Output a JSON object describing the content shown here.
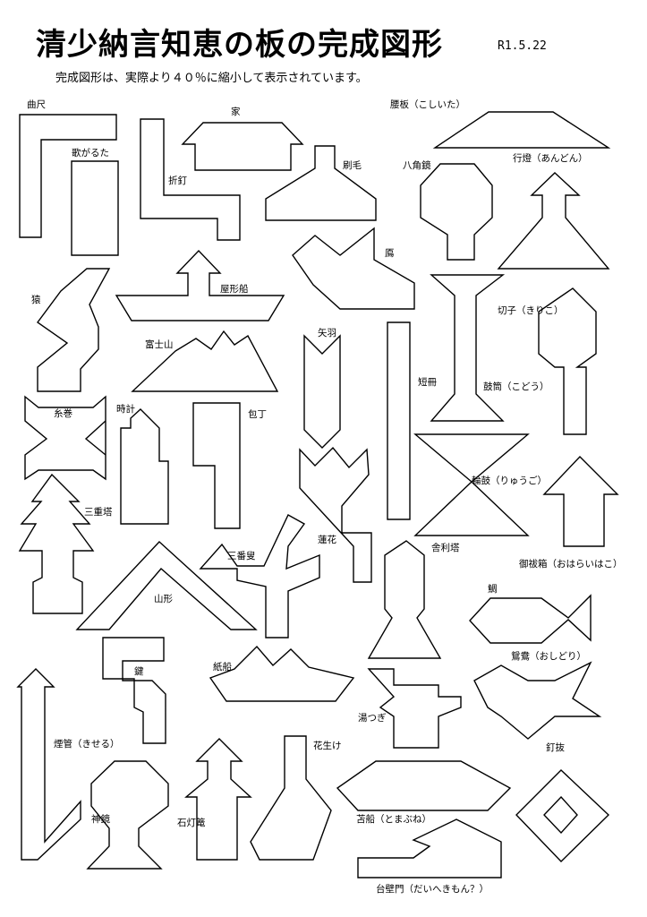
{
  "header": {
    "title": "清少納言知恵の板の完成図形",
    "date": "R1.5.22",
    "subtitle": "完成図形は、実際より４０％に縮小して表示されています。"
  },
  "shapes": [
    {
      "id": "kyokushaku",
      "label": "曲尺"
    },
    {
      "id": "utagaruta",
      "label": "歌がるた"
    },
    {
      "id": "setsukugi",
      "label": "折釘"
    },
    {
      "id": "ie",
      "label": "家"
    },
    {
      "id": "hake",
      "label": "刷毛"
    },
    {
      "id": "koshiita",
      "label": "腰板（こしいた）"
    },
    {
      "id": "hakkakukyo",
      "label": "八角鏡"
    },
    {
      "id": "andon",
      "label": "行燈（あんどん）"
    },
    {
      "id": "kari",
      "label": "鳫"
    },
    {
      "id": "yakatabune",
      "label": "屋形船"
    },
    {
      "id": "saru",
      "label": "猿"
    },
    {
      "id": "fujisan",
      "label": "富士山"
    },
    {
      "id": "yabane",
      "label": "矢羽"
    },
    {
      "id": "tanzaku",
      "label": "短冊"
    },
    {
      "id": "tsuzumizutsu",
      "label": "鼓筒（こどう）"
    },
    {
      "id": "kiriko",
      "label": "切子（きりこ）"
    },
    {
      "id": "itomaki",
      "label": "糸巻"
    },
    {
      "id": "tokei",
      "label": "時計"
    },
    {
      "id": "hocho",
      "label": "包丁"
    },
    {
      "id": "sanjuto",
      "label": "三重塔"
    },
    {
      "id": "renge",
      "label": "蓮花"
    },
    {
      "id": "rinko",
      "label": "輪鼓（りゅうご）"
    },
    {
      "id": "goharaibako",
      "label": "御祓箱（おはらいはこ）"
    },
    {
      "id": "sanbaso",
      "label": "三番叟"
    },
    {
      "id": "sharito",
      "label": "舎利塔"
    },
    {
      "id": "yamagata",
      "label": "山形"
    },
    {
      "id": "tai",
      "label": "鯛"
    },
    {
      "id": "kagi",
      "label": "鍵"
    },
    {
      "id": "kamibune",
      "label": "紙船"
    },
    {
      "id": "oshidori",
      "label": "鴛鴦（おしどり）"
    },
    {
      "id": "yutsugi",
      "label": "湯つぎ"
    },
    {
      "id": "kiseru",
      "label": "煙管（きせる）"
    },
    {
      "id": "hanaike",
      "label": "花生け"
    },
    {
      "id": "kuginuki",
      "label": "釘抜"
    },
    {
      "id": "shinkyo",
      "label": "神鏡"
    },
    {
      "id": "ishidoro",
      "label": "石灯篭"
    },
    {
      "id": "tomabune",
      "label": "苫船（とまぶね）"
    },
    {
      "id": "daihekimon",
      "label": "台壁門（だいへきもん？）"
    }
  ]
}
